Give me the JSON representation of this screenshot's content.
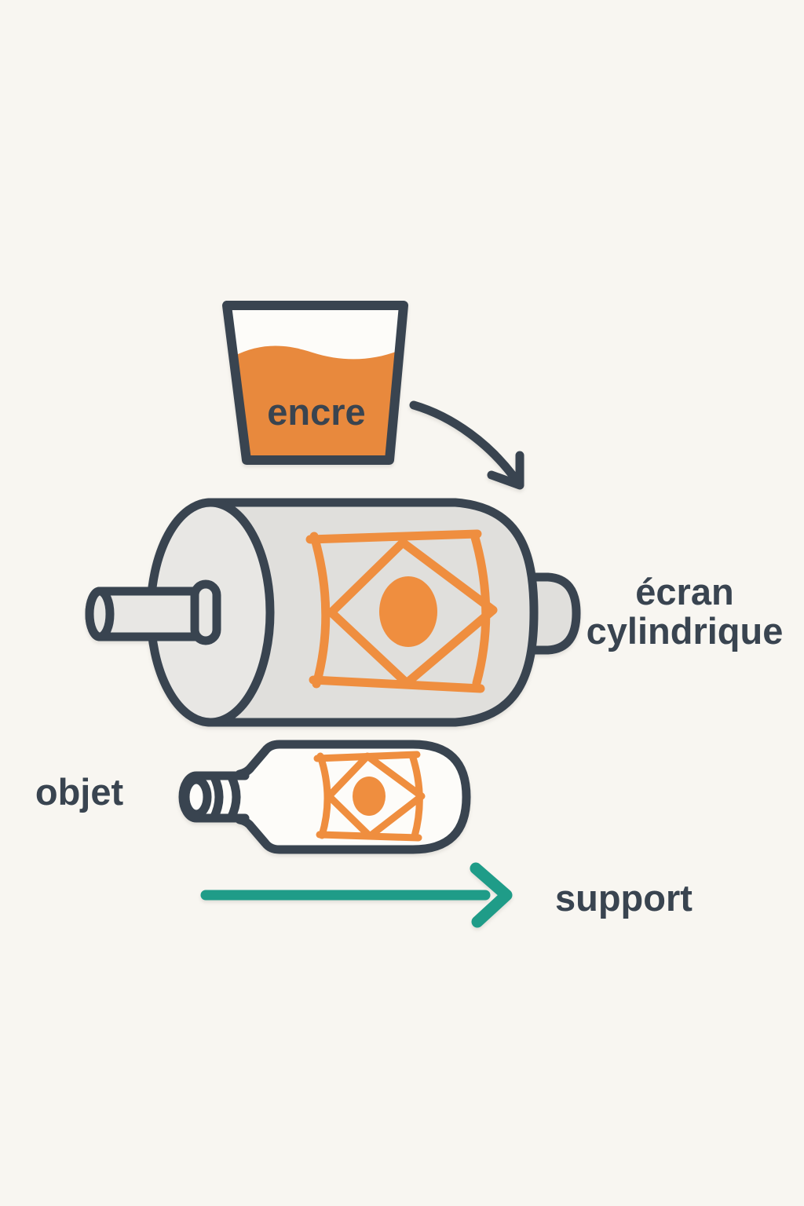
{
  "labels": {
    "ink": "encre",
    "screen": {
      "line1": "écran",
      "line2": "cylindrique",
      "full": "écran cylindrique"
    },
    "object": "objet",
    "support": "support"
  },
  "icons": [
    "ink-cup-icon",
    "pour-arrow-icon",
    "cylindrical-screen-icon",
    "screen-pattern-icon",
    "axle-shaft-icon",
    "bottle-icon",
    "printed-pattern-icon",
    "support-arrow-icon"
  ],
  "colors": {
    "background": "#F8F6F1",
    "outline": "#394450",
    "ink": "#E8893D",
    "motif": "#EF8E3F",
    "drum": "#E0DFDC",
    "drum_face": "#E8E7E4",
    "paper": "#FDFCF9",
    "teal": "#1F9C88"
  }
}
